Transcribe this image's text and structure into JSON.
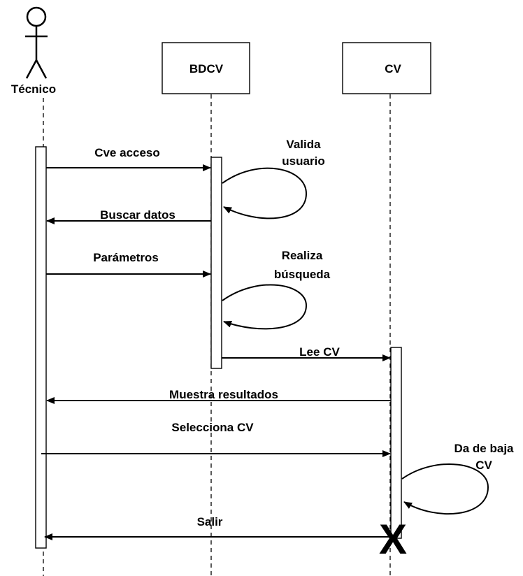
{
  "actor": {
    "name": "Técnico"
  },
  "objects": [
    {
      "id": "bdcv",
      "label": "BDCV"
    },
    {
      "id": "cv",
      "label": "CV"
    }
  ],
  "messages": [
    {
      "label": "Cve acceso",
      "from": "Técnico",
      "to": "BDCV"
    },
    {
      "label": "Valida usuario",
      "from": "BDCV",
      "to": "BDCV",
      "lines": [
        "Valida",
        "usuario"
      ]
    },
    {
      "label": "Buscar datos",
      "from": "BDCV",
      "to": "Técnico"
    },
    {
      "label": "Parámetros",
      "from": "Técnico",
      "to": "BDCV"
    },
    {
      "label": "Realiza búsqueda",
      "from": "BDCV",
      "to": "BDCV",
      "lines": [
        "Realiza",
        "búsqueda"
      ]
    },
    {
      "label": "Lee CV",
      "from": "BDCV",
      "to": "CV"
    },
    {
      "label": "Muestra resultados",
      "from": "CV",
      "to": "Técnico"
    },
    {
      "label": "Selecciona CV",
      "from": "Técnico",
      "to": "CV"
    },
    {
      "label": "Da de baja CV",
      "from": "CV",
      "to": "CV",
      "lines": [
        "Da de baja",
        "CV"
      ]
    },
    {
      "label": "Salir",
      "from": "CV",
      "to": "Técnico"
    }
  ],
  "destroy_marker": "X"
}
